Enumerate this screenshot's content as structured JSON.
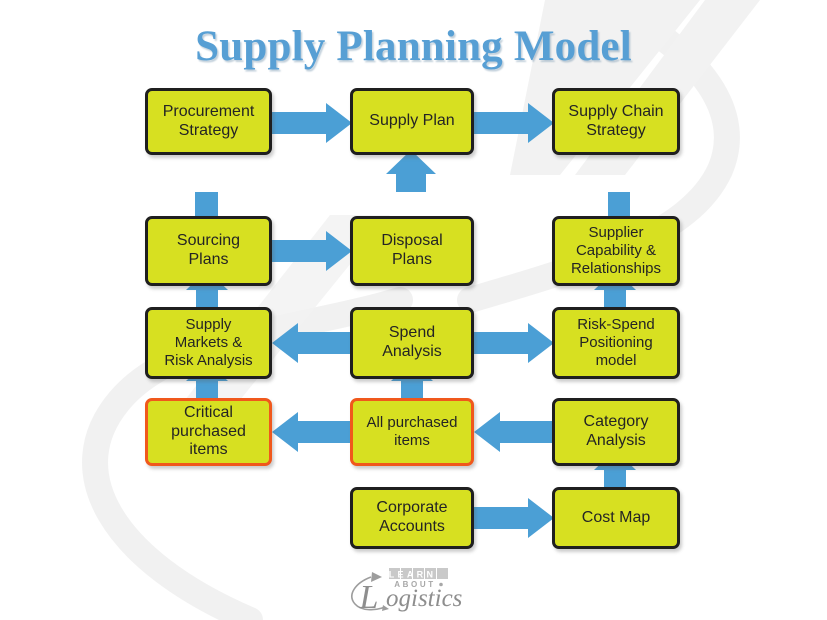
{
  "title": "Supply Planning Model",
  "theme": {
    "box_fill": "#d7e021",
    "box_border": "#1f1f1f",
    "highlight_border": "#f0581c",
    "arrow_color": "#4b9fd5",
    "title_color": "#579fd4",
    "background": "#ffffff",
    "watermark": "#f0f0f0",
    "logo_color": "#8e8e8e"
  },
  "nodes": [
    {
      "id": "procurement-strategy",
      "label": "Procurement\nStrategy",
      "highlight": false
    },
    {
      "id": "supply-plan",
      "label": "Supply Plan",
      "highlight": false
    },
    {
      "id": "supply-chain-strategy",
      "label": "Supply Chain\nStrategy",
      "highlight": false
    },
    {
      "id": "sourcing-plans",
      "label": "Sourcing\nPlans",
      "highlight": false
    },
    {
      "id": "disposal-plans",
      "label": "Disposal\nPlans",
      "highlight": false
    },
    {
      "id": "supplier-capability",
      "label": "Supplier\nCapability &\nRelationships",
      "highlight": false
    },
    {
      "id": "supply-markets",
      "label": "Supply\nMarkets &\nRisk Analysis",
      "highlight": false
    },
    {
      "id": "spend-analysis",
      "label": "Spend\nAnalysis",
      "highlight": false
    },
    {
      "id": "risk-spend-positioning",
      "label": "Risk-Spend\nPositioning\nmodel",
      "highlight": false
    },
    {
      "id": "critical-purchased",
      "label": "Critical\npurchased\nitems",
      "highlight": true
    },
    {
      "id": "all-purchased",
      "label": "All purchased\nitems",
      "highlight": true
    },
    {
      "id": "category-analysis",
      "label": "Category\nAnalysis",
      "highlight": false
    },
    {
      "id": "corporate-accounts",
      "label": "Corporate\nAccounts",
      "highlight": false
    },
    {
      "id": "cost-map",
      "label": "Cost Map",
      "highlight": false
    }
  ],
  "connections": [
    {
      "from": "procurement-strategy",
      "to": "supply-plan",
      "direction": "right"
    },
    {
      "from": "supply-plan",
      "to": "supply-chain-strategy",
      "direction": "right"
    },
    {
      "from": "bracket",
      "to": "supply-plan",
      "direction": "up"
    },
    {
      "from": "sourcing-plans",
      "to": "disposal-plans",
      "direction": "right"
    },
    {
      "from": "supply-markets",
      "to": "sourcing-plans",
      "direction": "up"
    },
    {
      "from": "risk-spend-positioning",
      "to": "supplier-capability",
      "direction": "up"
    },
    {
      "from": "spend-analysis",
      "to": "supply-markets",
      "direction": "left"
    },
    {
      "from": "spend-analysis",
      "to": "risk-spend-positioning",
      "direction": "right"
    },
    {
      "from": "critical-purchased",
      "to": "supply-markets",
      "direction": "up"
    },
    {
      "from": "all-purchased",
      "to": "spend-analysis",
      "direction": "up"
    },
    {
      "from": "all-purchased",
      "to": "critical-purchased",
      "direction": "left"
    },
    {
      "from": "category-analysis",
      "to": "all-purchased",
      "direction": "left"
    },
    {
      "from": "corporate-accounts",
      "to": "cost-map",
      "direction": "right"
    },
    {
      "from": "cost-map",
      "to": "category-analysis",
      "direction": "up"
    }
  ],
  "logo": {
    "line1": "LEARN",
    "line2": "ABOUT",
    "line3": "ogistics",
    "initial": "L"
  }
}
